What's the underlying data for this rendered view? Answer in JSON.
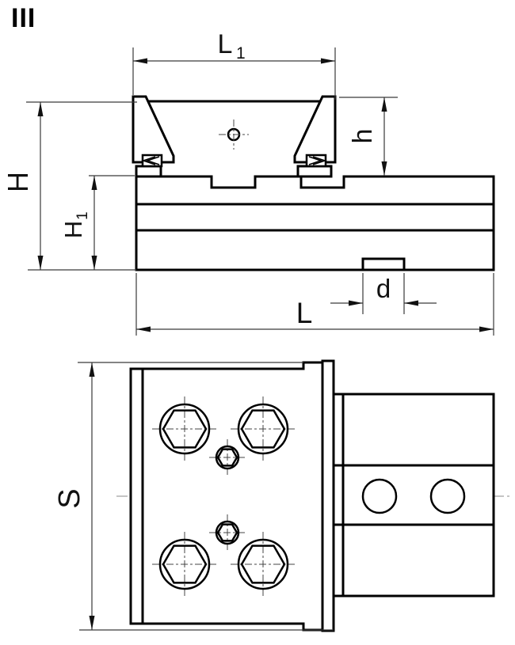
{
  "drawing": {
    "variant_label": "III",
    "dimensions": {
      "L1": {
        "base": "L",
        "sub": "1"
      },
      "h": {
        "base": "h"
      },
      "H": {
        "base": "H"
      },
      "H1": {
        "base": "H",
        "sub": "1"
      },
      "d": {
        "base": "d"
      },
      "L": {
        "base": "L"
      },
      "S": {
        "base": "S"
      }
    },
    "colors": {
      "object_line": "#000000",
      "dimension_line": "#3a3a3a",
      "centerline": "#8a8a8a",
      "background": "#ffffff"
    }
  }
}
